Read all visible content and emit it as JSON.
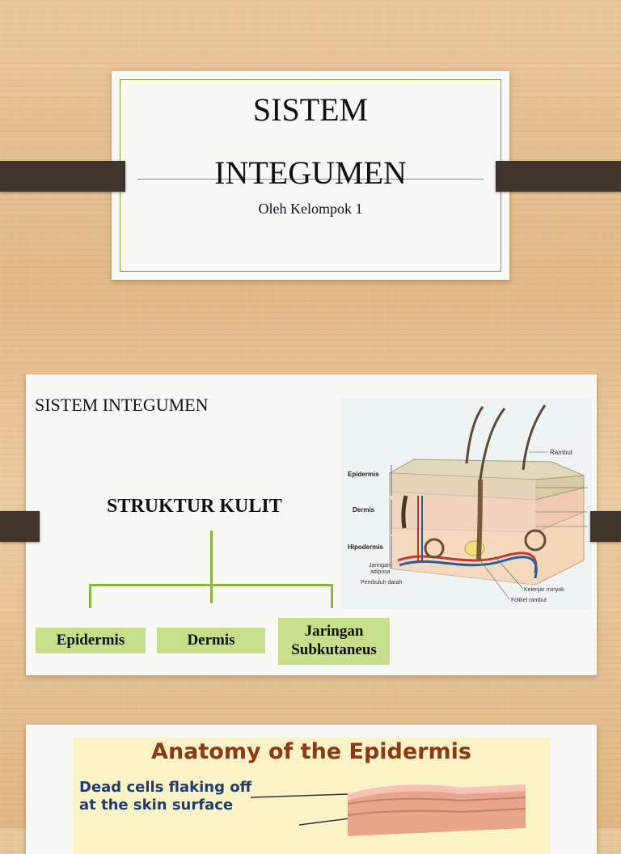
{
  "slide1": {
    "title_line1": "SISTEM",
    "title_line2": "INTEGUMEN",
    "subtitle": "Oleh Kelompok 1"
  },
  "slide2": {
    "header": "SISTEM INTEGUMEN",
    "heading": "STRUKTUR KULIT",
    "boxes": [
      "Epidermis",
      "Dermis",
      "Jaringan Subkutaneus"
    ],
    "figure_labels": {
      "epidermis": "Epidermis",
      "dermis": "Dermis",
      "hipodermis": "Hipodermis",
      "jaringan_adiposa_1": "Jaringan",
      "jaringan_adiposa_2": "adiposa",
      "pembuluh_darah": "Pembuluh darah",
      "rambut": "Rambut",
      "kelenjar_minyak": "Kelenjar minyak",
      "folikel_rambut": "Folikel rambut"
    }
  },
  "slide3": {
    "image_title": "Anatomy of the Epidermis",
    "image_label": "Dead cells flaking off at the skin surface"
  },
  "colors": {
    "accent_green": "#8c9a3a",
    "box_green": "#c7df8b",
    "anatomy_title": "#8a3a14",
    "anatomy_label": "#1f3d6d",
    "clip_brown": "#3f342c"
  }
}
